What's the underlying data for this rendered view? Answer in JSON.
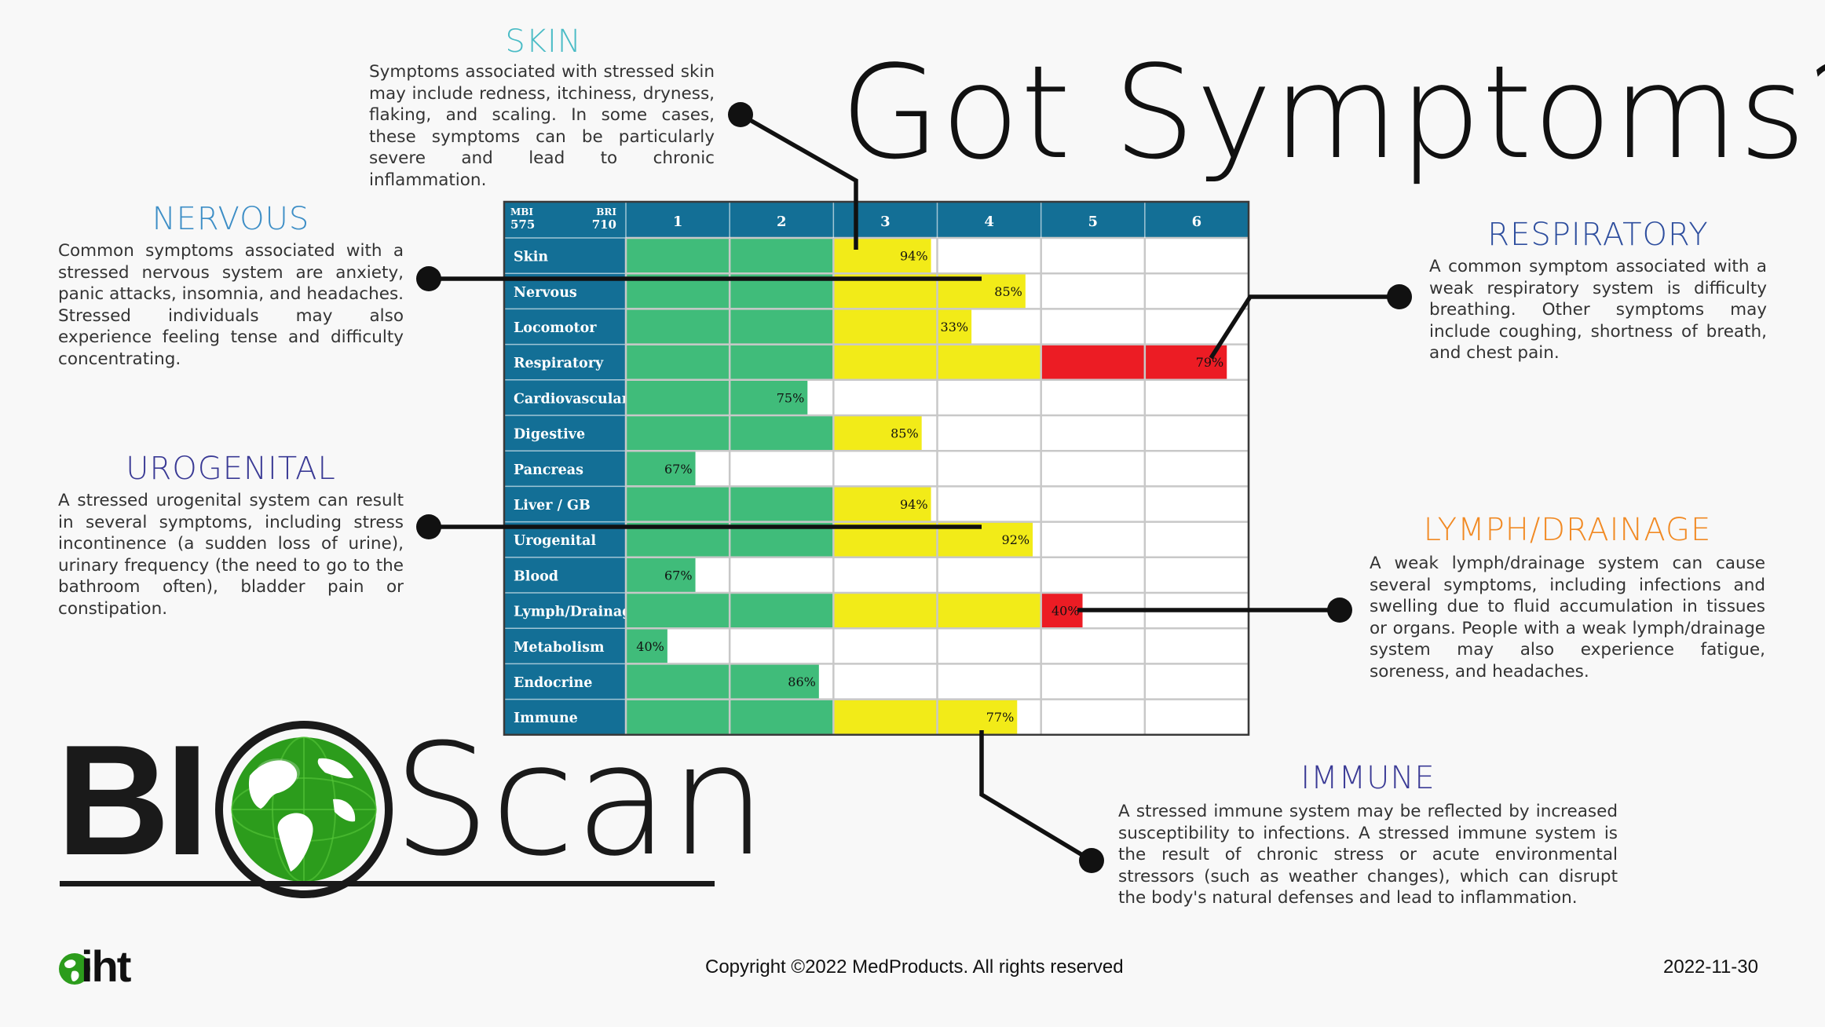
{
  "headline": "Got Symptoms?",
  "colors": {
    "header_bg": "#136f96",
    "green": "#40bc7a",
    "yellow": "#f2eb18",
    "red": "#ec1c24",
    "skin": "#4bbcc6",
    "nervous": "#3d8ec6",
    "urogenital": "#3a3a95",
    "respiratory": "#2e4e9e",
    "lymph": "#f18a24",
    "immune": "#3a3a95"
  },
  "sections": {
    "skin": {
      "title": "SKIN",
      "body": "Symptoms associated with stressed skin may include redness, itchiness, dryness, flaking, and scaling. In some cases, these symptoms can be particularly severe and lead to chronic inflammation."
    },
    "nervous": {
      "title": "NERVOUS",
      "body": "Common symptoms associated with a stressed nervous system are anxiety, panic attacks, insomnia, and headaches. Stressed individuals may also experience feeling tense and difficulty concentrating."
    },
    "urogenital": {
      "title": "UROGENITAL",
      "body": "A stressed urogenital system can result in several symptoms, including stress incontinence (a sudden loss of urine), urinary frequency (the need to go to the bathroom often), bladder pain or constipation."
    },
    "respiratory": {
      "title": "RESPIRATORY",
      "body": "A common symptom associated with a weak respiratory system is difficulty breathing. Other symptoms may include coughing, shortness of breath, and chest pain."
    },
    "lymph": {
      "title": "LYMPH/DRAINAGE",
      "body": "A weak lymph/drainage system can cause several symptoms, including infections and swelling due to fluid accumulation in tissues or organs. People with a weak lymph/drainage system may also experience fatigue, soreness, and headaches."
    },
    "immune": {
      "title": "IMMUNE",
      "body": "A stressed immune system may be reflected by increased susceptibility to infections.  A stressed immune system is the result of chronic stress or acute environmental stressors (such as weather changes), which can disrupt the body's natural defenses and lead to inflammation."
    }
  },
  "chart_data": {
    "type": "bar",
    "orientation": "horizontal",
    "header": {
      "mbi_label": "MBI",
      "mbi_value": "575",
      "bri_label": "BRI",
      "bri_value": "710"
    },
    "columns": [
      "1",
      "2",
      "3",
      "4",
      "5",
      "6"
    ],
    "xlim": [
      0,
      6
    ],
    "rows": [
      {
        "name": "Skin",
        "level": 3,
        "pct": 94,
        "label": "94%"
      },
      {
        "name": "Nervous",
        "level": 4,
        "pct": 85,
        "label": "85%"
      },
      {
        "name": "Locomotor",
        "level": 4,
        "pct": 33,
        "label": "33%"
      },
      {
        "name": "Respiratory",
        "level": 6,
        "pct": 79,
        "label": "79%"
      },
      {
        "name": "Cardiovascular",
        "level": 2,
        "pct": 75,
        "label": "75%"
      },
      {
        "name": "Digestive",
        "level": 3,
        "pct": 85,
        "label": "85%"
      },
      {
        "name": "Pancreas",
        "level": 1,
        "pct": 67,
        "label": "67%"
      },
      {
        "name": "Liver / GB",
        "level": 3,
        "pct": 94,
        "label": "94%"
      },
      {
        "name": "Urogenital",
        "level": 4,
        "pct": 92,
        "label": "92%"
      },
      {
        "name": "Blood",
        "level": 1,
        "pct": 67,
        "label": "67%"
      },
      {
        "name": "Lymph/Drainage",
        "level": 5,
        "pct": 40,
        "label": "40%"
      },
      {
        "name": "Metabolism",
        "level": 1,
        "pct": 40,
        "label": "40%"
      },
      {
        "name": "Endocrine",
        "level": 2,
        "pct": 86,
        "label": "86%"
      },
      {
        "name": "Immune",
        "level": 4,
        "pct": 77,
        "label": "77%"
      }
    ],
    "band_colors": [
      "green",
      "green",
      "yellow",
      "yellow",
      "red",
      "red"
    ]
  },
  "logo": {
    "bi": "BI",
    "scan": "Scan",
    "iht": "iht"
  },
  "footer": {
    "copyright": "Copyright ©2022 MedProducts. All rights reserved",
    "date": "2022-11-30"
  }
}
